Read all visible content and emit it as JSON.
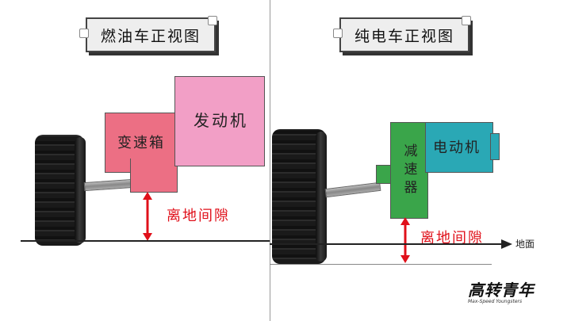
{
  "left_panel": {
    "title": "燃油车正视图",
    "gearbox_label": "变速箱",
    "engine_label": "发动机",
    "clearance_label": "离地间隙"
  },
  "right_panel": {
    "title": "纯电车正视图",
    "reducer_label": "减速器",
    "motor_label": "电动机",
    "clearance_label": "离地间隙",
    "ground_label": "地面"
  },
  "logo": {
    "text": "高转青年",
    "subtext": "Max-Speed Youngsters"
  },
  "colors": {
    "gearbox": "#ec6f84",
    "engine": "#f29fc6",
    "reducer": "#3aa54a",
    "motor": "#2aa8b5",
    "accent_red": "#e0101a"
  }
}
